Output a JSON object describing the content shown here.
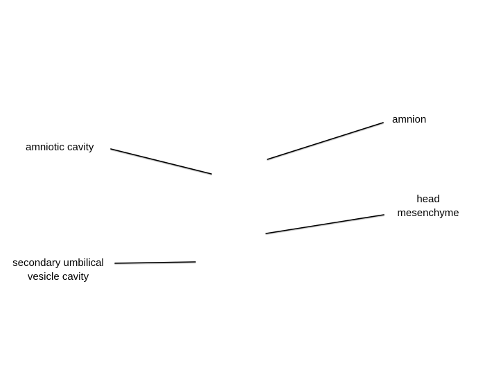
{
  "labels": {
    "amnion": "amnion",
    "amniotic_cavity": "amniotic cavity",
    "head_mesenchyme_line1": "head",
    "head_mesenchyme_line2": "mesenchyme",
    "secondary_umbilical_line1": "secondary umbilical",
    "secondary_umbilical_line2": "vesicle cavity"
  },
  "colors": {
    "text": "#000000",
    "leader_line": "#000000",
    "background": "#ffffff"
  }
}
